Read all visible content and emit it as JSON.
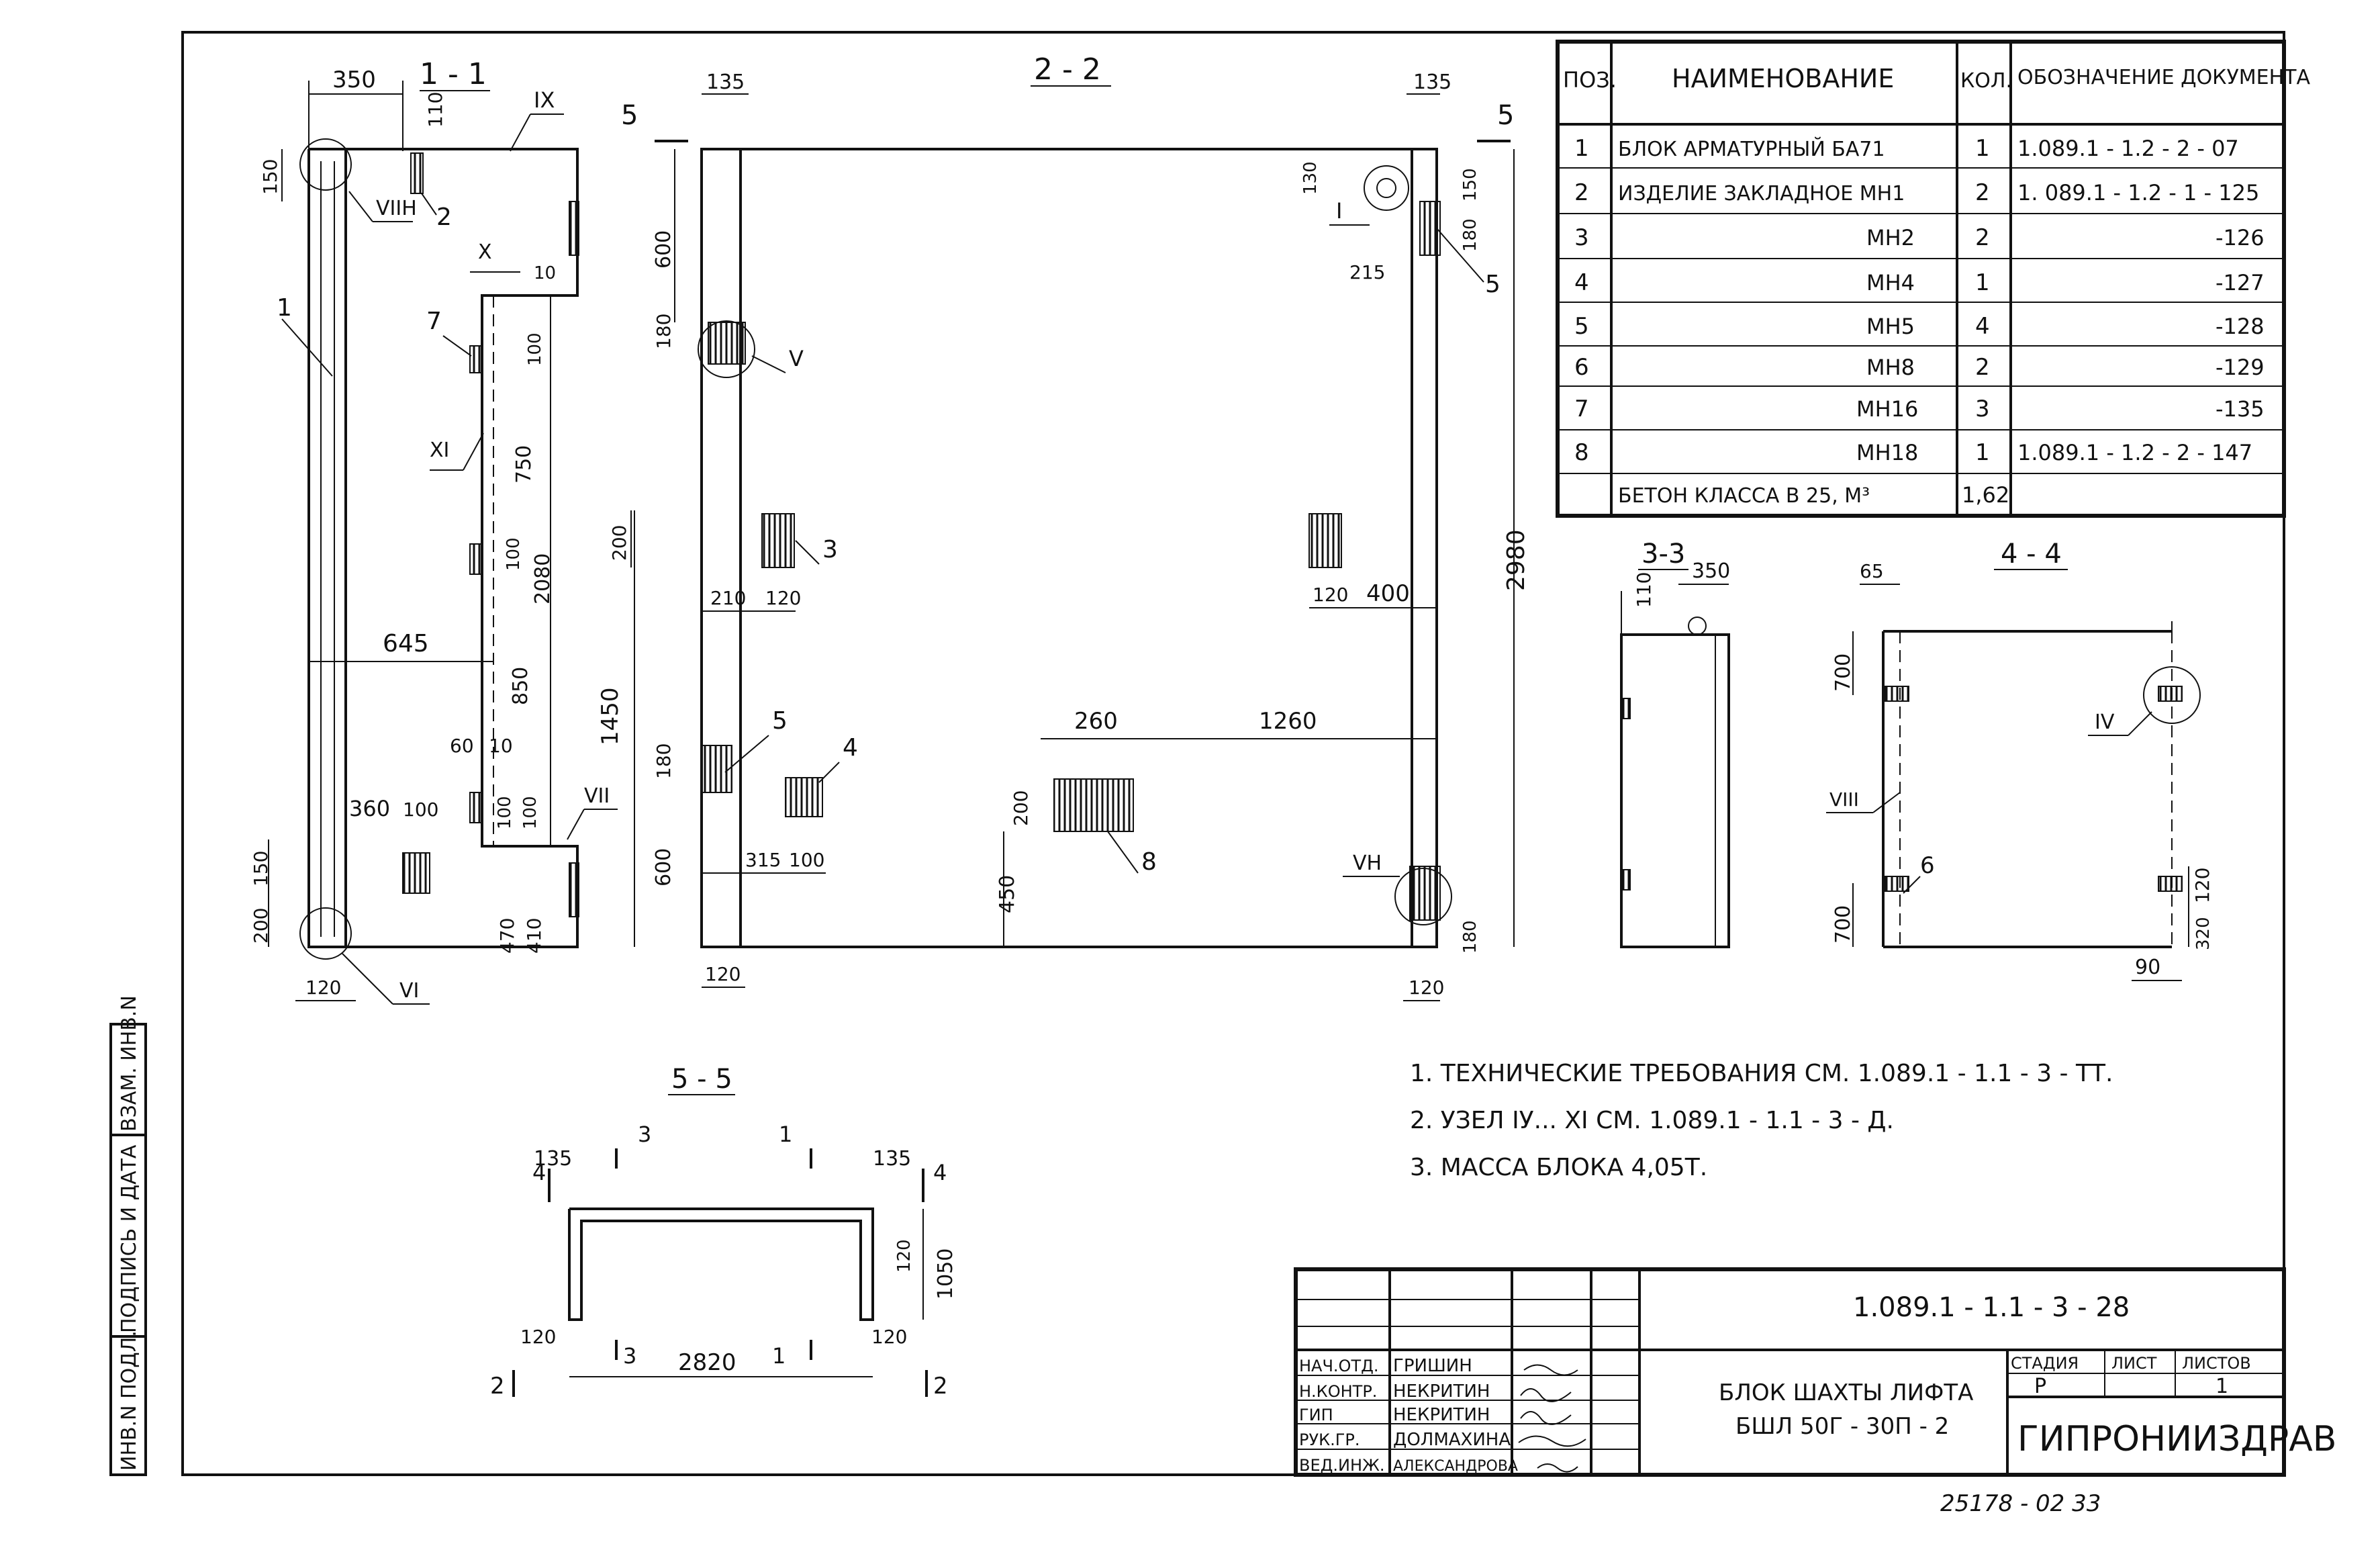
{
  "sections": {
    "s11": "1 - 1",
    "s22": "2 - 2",
    "s33": "3-3",
    "s44": "4 - 4",
    "s55": "5 - 5"
  },
  "positions": [
    "1",
    "2",
    "7",
    "1"
  ],
  "dims_11": [
    "350",
    "110",
    "150",
    "10",
    "100",
    "750",
    "100",
    "2080",
    "645",
    "850",
    "60",
    "10",
    "1450",
    "360",
    "100",
    "100",
    "100",
    "200",
    "150",
    "470",
    "410",
    "120"
  ],
  "dims_22": [
    "135",
    "600",
    "180",
    "200",
    "210",
    "120",
    "180",
    "600",
    "315",
    "100",
    "135",
    "130",
    "150",
    "180",
    "215",
    "2980",
    "120",
    "400",
    "260",
    "1260",
    "200",
    "450",
    "120",
    "180",
    "120"
  ],
  "markers_22": [
    "5",
    "5",
    "I",
    "V",
    "3",
    "5",
    "4",
    "8",
    "VН"
  ],
  "markers_11": [
    "IX",
    "VIIН",
    "X",
    "XI",
    "VII",
    "VI"
  ],
  "dims_33": [
    "110",
    "350"
  ],
  "dims_44": [
    "65",
    "700",
    "700",
    "120",
    "320",
    "90"
  ],
  "markers_44": [
    "IV",
    "VIII",
    "6"
  ],
  "dims_55": [
    "135",
    "135",
    "120",
    "120",
    "2820",
    "1050",
    "120"
  ],
  "cuts_55": [
    "4",
    "3",
    "1",
    "4",
    "3",
    "1",
    "2",
    "2"
  ],
  "spec": {
    "headers": [
      "ПОЗ.",
      "НАИМЕНОВАНИЕ",
      "КОЛ.",
      "ОБОЗНАЧЕНИЕ ДОКУМЕНТА"
    ],
    "rows": [
      {
        "pos": "1",
        "name": "БЛОК АРМАТУРНЫЙ   БА71",
        "qty": "1",
        "doc": "1.089.1 - 1.2 - 2 - 07"
      },
      {
        "pos": "2",
        "name": "ИЗДЕЛИЕ ЗАКЛАДНОЕ МН1",
        "qty": "2",
        "doc": "1. 089.1 - 1.2 - 1 - 125"
      },
      {
        "pos": "3",
        "name": "МН2",
        "qty": "2",
        "doc": "-126"
      },
      {
        "pos": "4",
        "name": "МН4",
        "qty": "1",
        "doc": "-127"
      },
      {
        "pos": "5",
        "name": "МН5",
        "qty": "4",
        "doc": "-128"
      },
      {
        "pos": "6",
        "name": "МН8",
        "qty": "2",
        "doc": "-129"
      },
      {
        "pos": "7",
        "name": "МН16",
        "qty": "3",
        "doc": "-135"
      },
      {
        "pos": "8",
        "name": "МН18",
        "qty": "1",
        "doc": "1.089.1 - 1.2 - 2 - 147"
      },
      {
        "pos": "",
        "name": "БЕТОН  КЛАССА  В 25, М³",
        "qty": "1,62",
        "doc": ""
      }
    ]
  },
  "notes": [
    "1. ТЕХНИЧЕСКИЕ  ТРЕБОВАНИЯ  СМ. 1.089.1 - 1.1 - 3 - ТТ.",
    "2. УЗЕЛ IУ... XI  СМ. 1.089.1 - 1.1 - 3 - Д.",
    "3. МАССА  БЛОКА  4,05Т."
  ],
  "title_block": {
    "doc_code": "1.089.1 - 1.1 - 3 - 28",
    "title_line1": "БЛОК  ШАХТЫ  ЛИФТА",
    "title_line2": "БШЛ 50Г - 30П - 2",
    "stage_label": "СТАДИЯ",
    "sheet_label": "ЛИСТ",
    "sheets_label": "ЛИСТОВ",
    "stage": "Р",
    "sheets": "1",
    "org": "ГИПРОНИИЗДРАВ",
    "signers": [
      {
        "role": "НАЧ.ОТД.",
        "name": "ГРИШИН"
      },
      {
        "role": "Н.КОНТР.",
        "name": "НЕКРИТИН"
      },
      {
        "role": "ГИП",
        "name": "НЕКРИТИН"
      },
      {
        "role": "РУК.ГР.",
        "name": "ДОЛМАХИНА"
      },
      {
        "role": "ВЕД.ИНЖ.",
        "name": "АЛЕКСАНДРОВА"
      }
    ]
  },
  "side_stamp": [
    "ИНВ.N ПОДЛ.",
    "ПОДПИСЬ И ДАТА",
    "ВЗАМ. ИНВ.N"
  ],
  "archive_number": "25178 - 02  33"
}
